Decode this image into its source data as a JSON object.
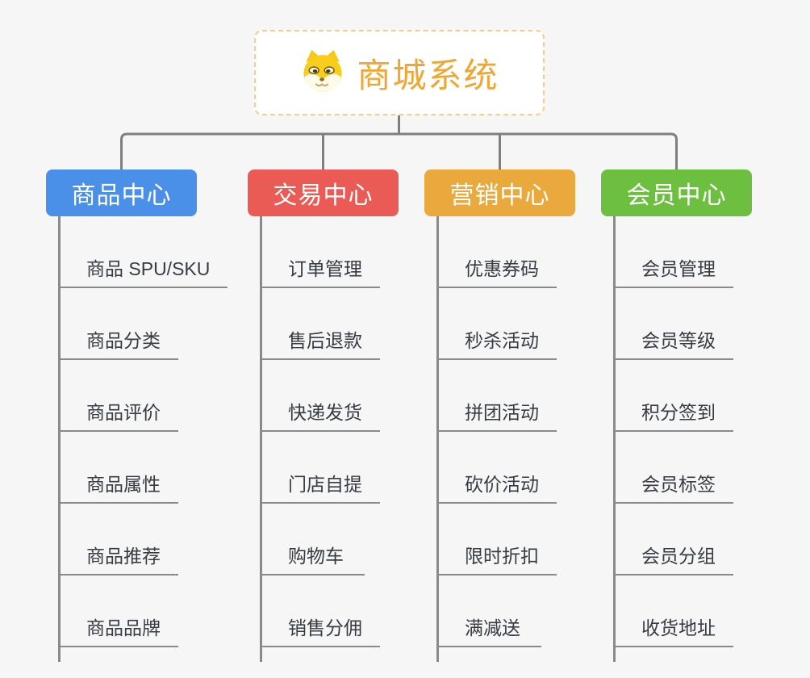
{
  "root": {
    "title": "商城系统",
    "icon": "dog-face-icon"
  },
  "branches": [
    {
      "label": "商品中心",
      "color": "#4a8fe8",
      "children": [
        "商品 SPU/SKU",
        "商品分类",
        "商品评价",
        "商品属性",
        "商品推荐",
        "商品品牌"
      ]
    },
    {
      "label": "交易中心",
      "color": "#ea5b55",
      "children": [
        "订单管理",
        "售后退款",
        "快递发货",
        "门店自提",
        "购物车",
        "销售分佣"
      ]
    },
    {
      "label": "营销中心",
      "color": "#e9a93c",
      "children": [
        "优惠券码",
        "秒杀活动",
        "拼团活动",
        "砍价活动",
        "限时折扣",
        "满减送"
      ]
    },
    {
      "label": "会员中心",
      "color": "#6dbf40",
      "children": [
        "会员管理",
        "会员等级",
        "积分签到",
        "会员标签",
        "会员分组",
        "收货地址"
      ]
    }
  ],
  "colors": {
    "background": "#f6f6f6",
    "root_text": "#f0a633",
    "root_border": "#f6cd8b",
    "connector": "#7f7f7f",
    "leaf_line": "#8a8a8a",
    "leaf_text": "#373c42"
  }
}
